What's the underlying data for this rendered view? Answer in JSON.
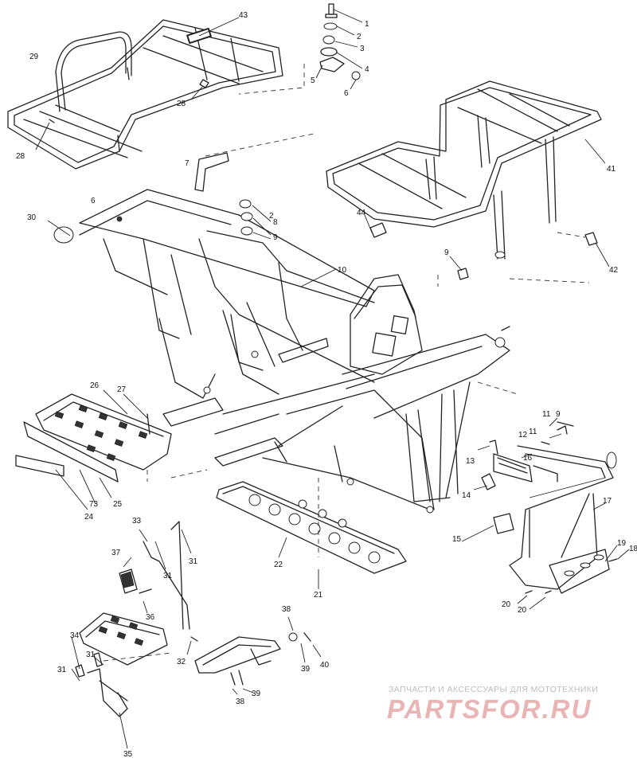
{
  "diagram": {
    "callouts": [
      {
        "id": "c1",
        "text": "1"
      },
      {
        "id": "c2",
        "text": "2"
      },
      {
        "id": "c3",
        "text": "3"
      },
      {
        "id": "c4",
        "text": "4"
      },
      {
        "id": "c5",
        "text": "5"
      },
      {
        "id": "c6",
        "text": "6"
      },
      {
        "id": "c7",
        "text": "7"
      },
      {
        "id": "c8",
        "text": "8"
      },
      {
        "id": "c9",
        "text": "9"
      },
      {
        "id": "c10",
        "text": "10"
      },
      {
        "id": "c11",
        "text": "11"
      },
      {
        "id": "c12",
        "text": "12"
      },
      {
        "id": "c13",
        "text": "13"
      },
      {
        "id": "c14",
        "text": "14"
      },
      {
        "id": "c15",
        "text": "15"
      },
      {
        "id": "c16",
        "text": "16"
      },
      {
        "id": "c17",
        "text": "17"
      },
      {
        "id": "c18",
        "text": "18"
      },
      {
        "id": "c19",
        "text": "19"
      },
      {
        "id": "c20a",
        "text": "20"
      },
      {
        "id": "c20b",
        "text": "20"
      },
      {
        "id": "c21",
        "text": "21"
      },
      {
        "id": "c22",
        "text": "22"
      },
      {
        "id": "c24",
        "text": "24"
      },
      {
        "id": "c25",
        "text": "25"
      },
      {
        "id": "c26",
        "text": "26"
      },
      {
        "id": "c27",
        "text": "27"
      },
      {
        "id": "c28a",
        "text": "28"
      },
      {
        "id": "c28b",
        "text": "28"
      },
      {
        "id": "c29",
        "text": "29"
      },
      {
        "id": "c30",
        "text": "30"
      },
      {
        "id": "c31a",
        "text": "31"
      },
      {
        "id": "c31b",
        "text": "31"
      },
      {
        "id": "c31c",
        "text": "31"
      },
      {
        "id": "c31d",
        "text": "31"
      },
      {
        "id": "c32",
        "text": "32"
      },
      {
        "id": "c33",
        "text": "33"
      },
      {
        "id": "c34",
        "text": "34"
      },
      {
        "id": "c35",
        "text": "35"
      },
      {
        "id": "c36",
        "text": "36"
      },
      {
        "id": "c37",
        "text": "37"
      },
      {
        "id": "c38a",
        "text": "38"
      },
      {
        "id": "c38b",
        "text": "38"
      },
      {
        "id": "c39a",
        "text": "39"
      },
      {
        "id": "c39b",
        "text": "39"
      },
      {
        "id": "c40",
        "text": "40"
      },
      {
        "id": "c41",
        "text": "41"
      },
      {
        "id": "c42",
        "text": "42"
      },
      {
        "id": "c43",
        "text": "43"
      },
      {
        "id": "c44",
        "text": "44"
      },
      {
        "id": "c73",
        "text": "73"
      },
      {
        "id": "c6b",
        "text": "6"
      },
      {
        "id": "c9b",
        "text": "9"
      },
      {
        "id": "c9c",
        "text": "9"
      },
      {
        "id": "c11b",
        "text": "11"
      },
      {
        "id": "c2b",
        "text": "2"
      }
    ]
  },
  "watermark": {
    "tagline": "ЗАПЧАСТИ И АКСЕССУАРЫ ДЛЯ МОТОТЕХНИКИ",
    "logo": "PARTSFOR.RU",
    "color_text": "#bdbdbd",
    "color_logo": "#e8b4b4"
  }
}
